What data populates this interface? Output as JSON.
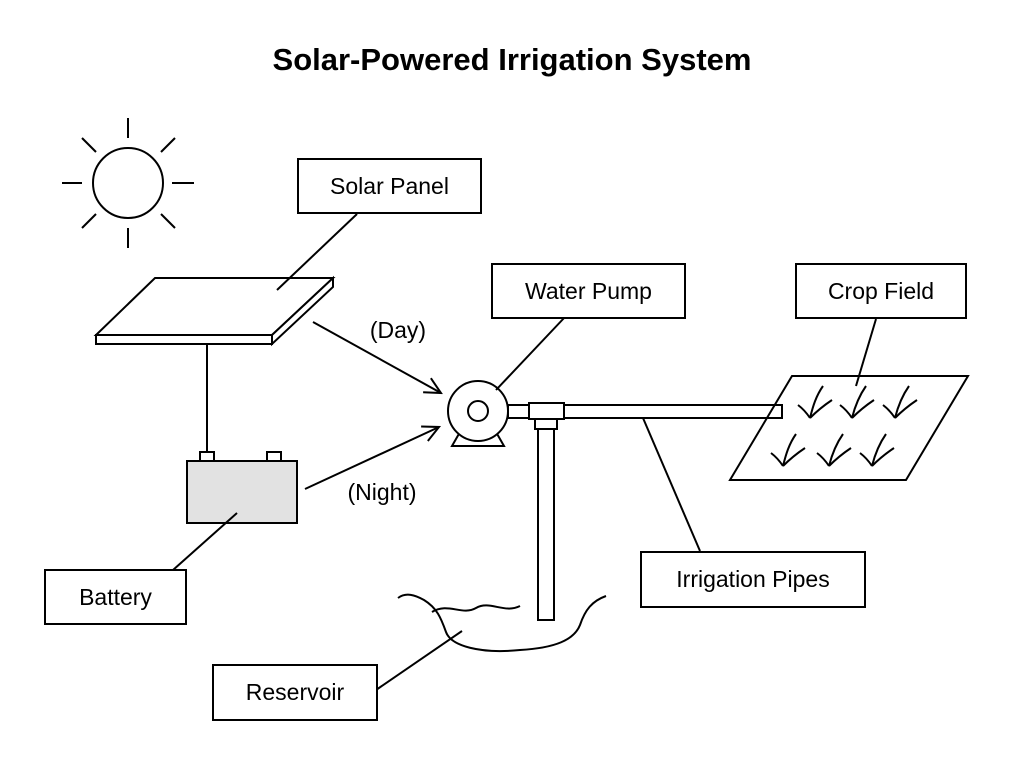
{
  "title": "Solar-Powered Irrigation System",
  "labels": {
    "solar_panel": "Solar Panel",
    "water_pump": "Water Pump",
    "crop_field": "Crop Field",
    "battery": "Battery",
    "irrigation_pipes": "Irrigation Pipes",
    "reservoir": "Reservoir"
  },
  "flows": {
    "day": "(Day)",
    "night": "(Night)"
  },
  "icons": [
    "sun-icon",
    "solar-panel-icon",
    "battery-icon",
    "water-pump-icon",
    "crop-field-icon",
    "reservoir-icon"
  ],
  "colors": {
    "line": "#000000",
    "battery_fill": "#e2e2e2",
    "background": "#ffffff"
  }
}
